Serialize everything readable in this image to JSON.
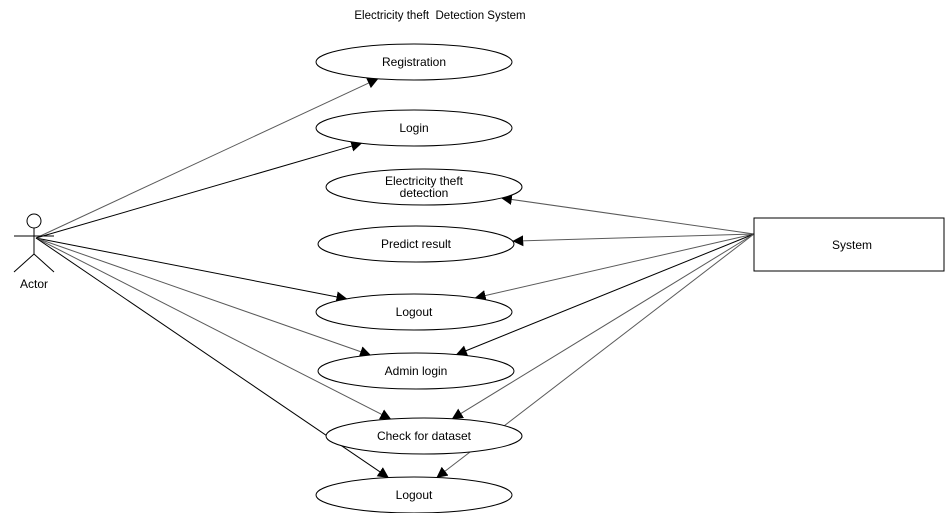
{
  "title": "Electricity theft  Detection System",
  "actor": {
    "label": "Actor"
  },
  "system": {
    "label": "System"
  },
  "use_cases": [
    {
      "id": "registration",
      "lines": [
        "Registration"
      ]
    },
    {
      "id": "login",
      "lines": [
        "Login"
      ]
    },
    {
      "id": "electricity-theft-detection",
      "lines": [
        "Electricity theft",
        "detection"
      ]
    },
    {
      "id": "predict-result",
      "lines": [
        "Predict result"
      ]
    },
    {
      "id": "logout-user",
      "lines": [
        "Logout"
      ]
    },
    {
      "id": "admin-login",
      "lines": [
        "Admin login"
      ]
    },
    {
      "id": "check-for-dataset",
      "lines": [
        "Check for dataset"
      ]
    },
    {
      "id": "logout-admin",
      "lines": [
        "Logout"
      ]
    }
  ],
  "associations": [
    {
      "from": "actor",
      "to": "registration"
    },
    {
      "from": "actor",
      "to": "login"
    },
    {
      "from": "actor",
      "to": "logout-user"
    },
    {
      "from": "actor",
      "to": "admin-login"
    },
    {
      "from": "actor",
      "to": "check-for-dataset"
    },
    {
      "from": "actor",
      "to": "logout-admin"
    },
    {
      "from": "system",
      "to": "electricity-theft-detection"
    },
    {
      "from": "system",
      "to": "predict-result"
    },
    {
      "from": "system",
      "to": "logout-user"
    },
    {
      "from": "system",
      "to": "admin-login"
    },
    {
      "from": "system",
      "to": "check-for-dataset"
    },
    {
      "from": "system",
      "to": "logout-admin"
    }
  ],
  "colors": {
    "line": "#000000",
    "background": "#ffffff"
  }
}
